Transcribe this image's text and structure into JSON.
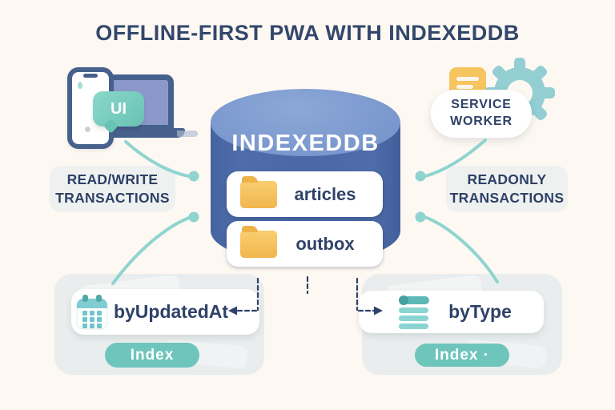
{
  "title": "OFFLINE-FIRST PWA WITH INDEXEDDB",
  "colors": {
    "background": "#FDF8F2",
    "navy_text": "#2E4168",
    "db_blue": "#4A68A6",
    "db_top_blue": "#7E9BD0",
    "teal_accent": "#8FD4D0",
    "teal_pill": "#6EC5BC",
    "folder_yellow": "#F6C35D",
    "panel_gray": "#E9EDED",
    "label_gray": "#EFF1F1"
  },
  "device": {
    "bubble_label": "UI"
  },
  "database": {
    "name": "INDEXEDDB",
    "stores": [
      {
        "label": "articles",
        "icon": "folder-icon"
      },
      {
        "label": "outbox",
        "icon": "folder-icon"
      }
    ]
  },
  "service_worker": {
    "line1": "SERVICE",
    "line2": "WORKER"
  },
  "transactions": {
    "left": {
      "line1": "READ/WRITE",
      "line2": "TRANSACTIONS"
    },
    "right": {
      "line1": "READONLY",
      "line2": "TRANSACTIONS"
    }
  },
  "indexes": {
    "left": {
      "name": "byUpdatedAt",
      "badge": "Index",
      "icon": "calendar-icon"
    },
    "right": {
      "name": "byType",
      "badge": "Index ·",
      "icon": "list-icon"
    }
  }
}
